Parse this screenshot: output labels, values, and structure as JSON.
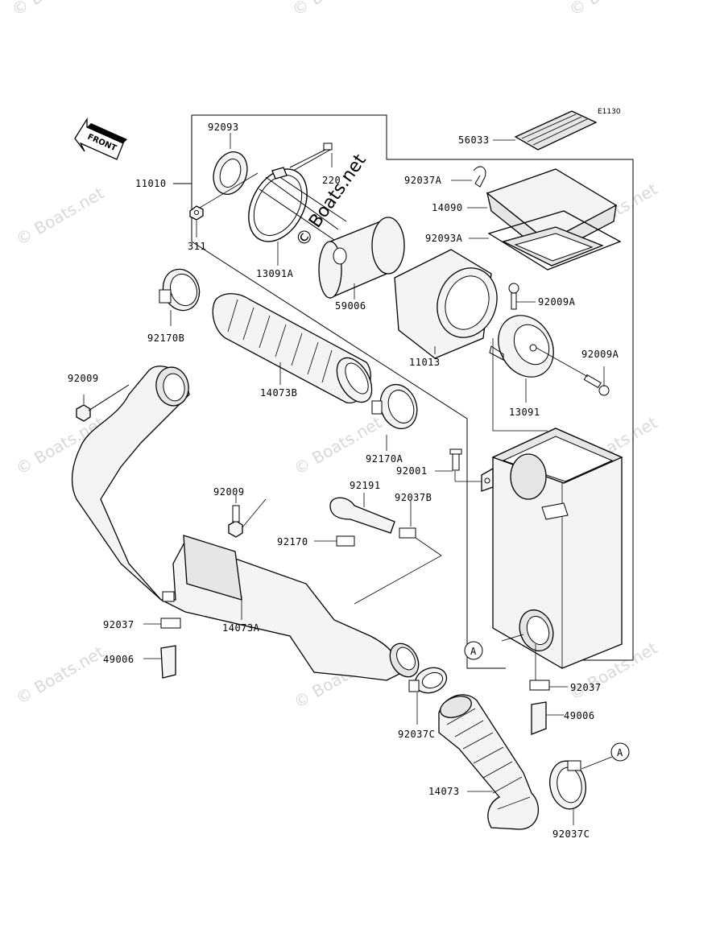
{
  "diagram_code": "E1130",
  "front_label": "FRONT",
  "ref_marker": "A",
  "watermark": "© Boats.net",
  "parts": {
    "p56033": "56033",
    "p92093": "92093",
    "p11010": "11010",
    "p220": "220",
    "p311": "311",
    "p13091A": "13091A",
    "p92037A": "92037A",
    "p14090": "14090",
    "p92093A": "92093A",
    "p59006": "59006",
    "p11013": "11013",
    "p92009A_top": "92009A",
    "p92009A_side": "92009A",
    "p13091": "13091",
    "p92170B": "92170B",
    "p14073B": "14073B",
    "p92009_left": "92009",
    "p92170A": "92170A",
    "p92001": "92001",
    "p92009_mid": "92009",
    "p92191": "92191",
    "p92037B": "92037B",
    "p92170": "92170",
    "p92037_left": "92037",
    "p49006_left": "49006",
    "p14073A": "14073A",
    "p92037_right": "92037",
    "p49006_right": "49006",
    "p92037C_mid": "92037C",
    "p14073": "14073",
    "p92037C_bot": "92037C"
  }
}
